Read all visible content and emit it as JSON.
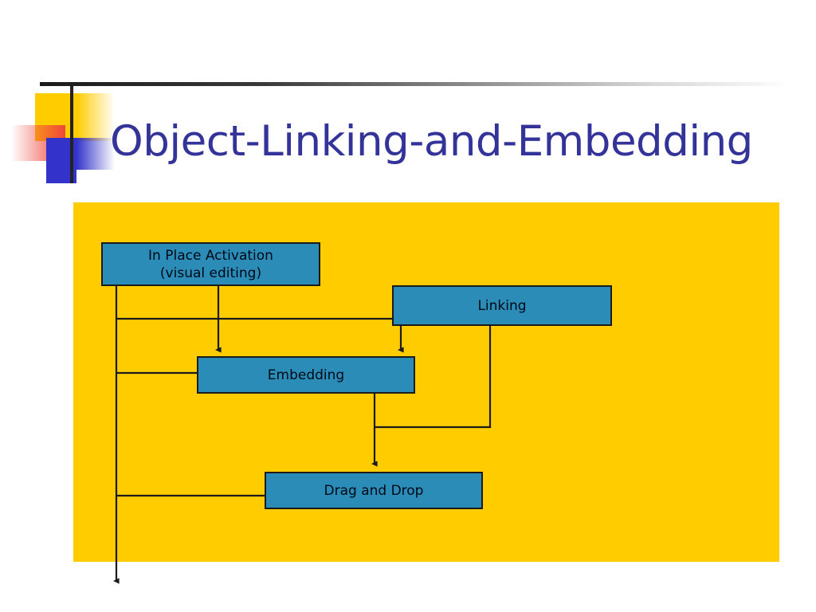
{
  "slide": {
    "title": "Object-Linking-and-Embedding",
    "title_color": "#333399",
    "background_color": "#ffffff"
  },
  "logo": {
    "yellow_color": "#ffcc00",
    "red_color": "#f0463c",
    "blue_color": "#3333cc",
    "line_color": "#1a1a1a"
  },
  "diagram": {
    "panel_color": "#ffcc00",
    "node_fill": "#2b8cb8",
    "node_border": "#1b1b1b",
    "connector_color": "#1b1b1b",
    "nodes": [
      {
        "id": "in-place-activation",
        "line1": "In Place Activation",
        "line2": "(visual editing)"
      },
      {
        "id": "linking",
        "line1": "Linking",
        "line2": ""
      },
      {
        "id": "embedding",
        "line1": "Embedding",
        "line2": ""
      },
      {
        "id": "drag-and-drop",
        "line1": "Drag and Drop",
        "line2": ""
      }
    ],
    "connections": [
      {
        "from": "in-place-activation",
        "to": "embedding"
      },
      {
        "from": "in-place-activation",
        "to": "linking"
      },
      {
        "from": "in-place-activation",
        "to": "drag-and-drop"
      },
      {
        "from": "linking",
        "to": "embedding"
      },
      {
        "from": "linking",
        "to": "drag-and-drop"
      },
      {
        "from": "embedding",
        "to": "drag-and-drop"
      },
      {
        "from": "in-place-activation",
        "to": "below-panel"
      }
    ]
  }
}
